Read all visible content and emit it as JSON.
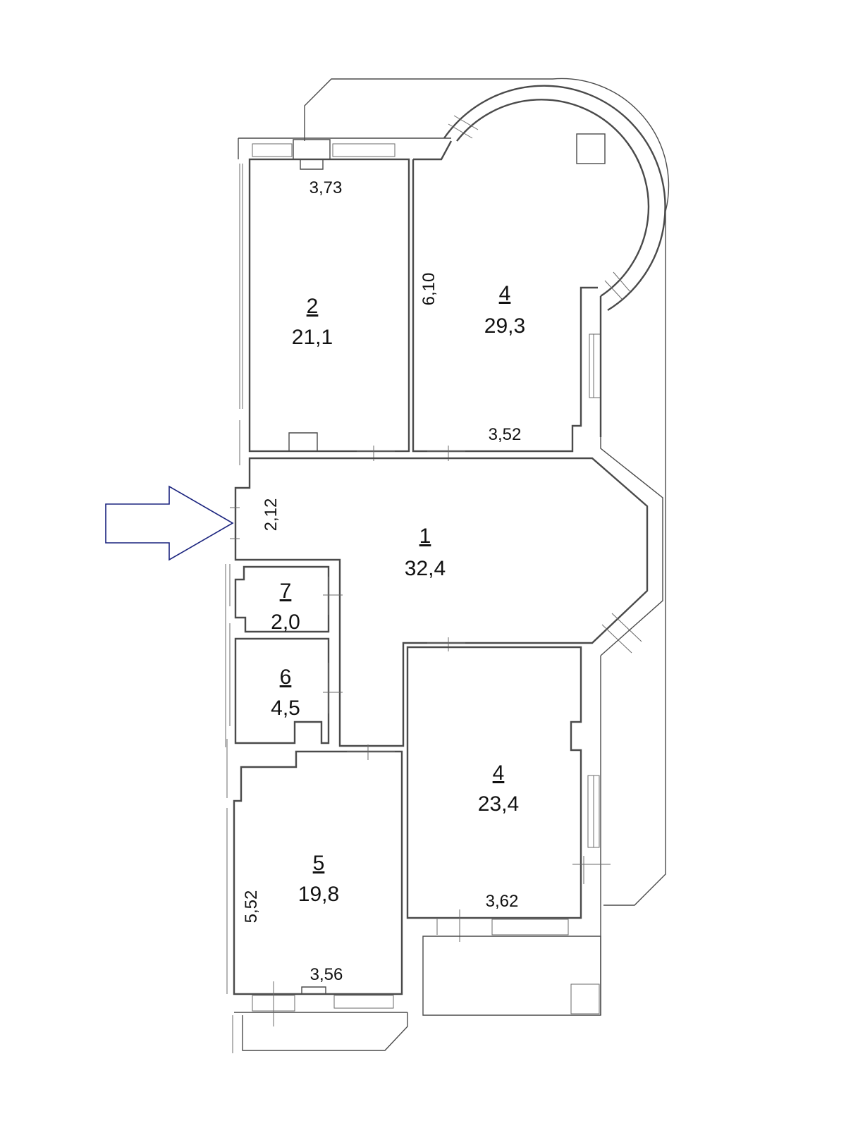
{
  "plan": {
    "rooms": [
      {
        "number": "2",
        "area": "21,1"
      },
      {
        "number": "4",
        "area": "29,3"
      },
      {
        "number": "1",
        "area": "32,4"
      },
      {
        "number": "7",
        "area": "2,0"
      },
      {
        "number": "6",
        "area": "4,5"
      },
      {
        "number": "4",
        "area": "23,4"
      },
      {
        "number": "5",
        "area": "19,8"
      }
    ],
    "dimensions": {
      "room2_width": "3,73",
      "room4a_length": "6,10",
      "room4a_width": "3,52",
      "room1_width": "2,12",
      "room4b_width": "3,62",
      "room5_length": "5,52",
      "room5_width": "3,56"
    },
    "entrance_arrow_color": "#1a237e"
  }
}
